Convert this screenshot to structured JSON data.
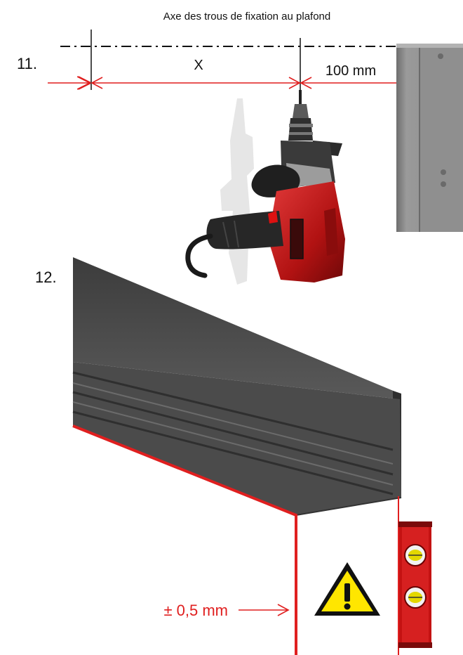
{
  "header": {
    "axis_caption": "Axe des trous de fixation au plafond"
  },
  "step11": {
    "number": "11.",
    "dim_x": "X",
    "dim_offset": "100 mm"
  },
  "step12": {
    "number": "12.",
    "tolerance": "± 0,5 mm"
  },
  "icons": {
    "drill": "drill-icon",
    "warning": "warning-triangle-icon",
    "level": "spirit-level-icon"
  },
  "colors": {
    "dimension": "#e01f1f",
    "edge": "#e01f1f",
    "profile": "#4a4a4a",
    "warning": "#ffe600"
  }
}
